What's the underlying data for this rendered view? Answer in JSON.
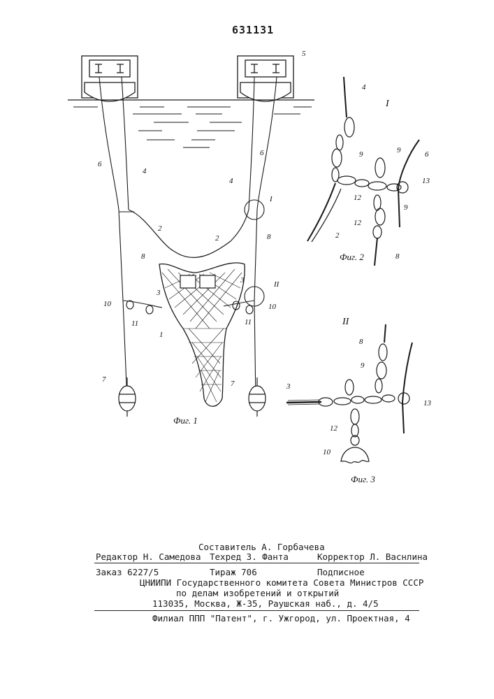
{
  "patent_number": "631131",
  "figures": {
    "fig1": {
      "caption": "Фиг. 1",
      "labels": [
        "5",
        "6",
        "4",
        "6",
        "4",
        "I",
        "2",
        "2",
        "8",
        "8",
        "3",
        "3",
        "10",
        "11",
        "10",
        "11",
        "II",
        "1",
        "7",
        "7"
      ]
    },
    "fig2": {
      "roman": "I",
      "caption": "Фиг. 2",
      "labels": [
        "4",
        "9",
        "9",
        "6",
        "13",
        "12",
        "9",
        "12",
        "2",
        "8"
      ]
    },
    "fig3": {
      "roman": "II",
      "caption": "Фиг. 3",
      "labels": [
        "8",
        "9",
        "3",
        "13",
        "12",
        "10"
      ]
    }
  },
  "colophon": {
    "compiler": "Составитель А. Горбачева",
    "editor": "Редактор Н. Самедова",
    "techred": "Техред З. Фанта",
    "corrector": "Корректор Л. Васнлина",
    "order": "Заказ 6227/5",
    "circulation": "Тираж 706",
    "subscription": "Подписное",
    "institute_line1": "ЦНИИПИ Государственного комитета Совета Министров СССР",
    "institute_line2": "по делам изобретений и открытий",
    "address": "113035, Москва, Ж-35, Раушская наб., д. 4/5",
    "branch": "Филиал ППП \"Патент\", г. Ужгород, ул. Проектная, 4"
  }
}
